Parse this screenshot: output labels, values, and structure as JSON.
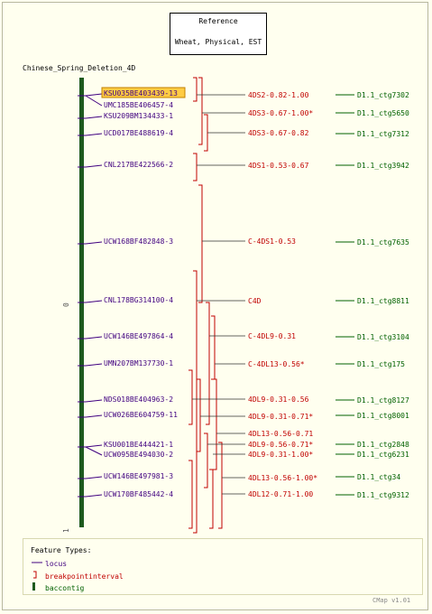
{
  "reference": {
    "title": "Reference",
    "subtitle": "Wheat, Physical, EST"
  },
  "map": {
    "title": "Chinese_Spring_Deletion_4D",
    "scale_top": "0",
    "scale_bottom": "1"
  },
  "colors": {
    "locus": "#400080",
    "breakpoint": "#c00000",
    "contig": "#006000",
    "backbone": "#1e5a1e",
    "highlight": "#ffcc44"
  },
  "loci": [
    {
      "label": "KSU035BE403439-13",
      "highlighted": true
    },
    {
      "label": "UMC185BE406457-4",
      "highlighted": false
    },
    {
      "label": "KSU209BM134433-1",
      "highlighted": false
    },
    {
      "label": "UCD017BE488619-4",
      "highlighted": false
    },
    {
      "label": "CNL217BE422566-2",
      "highlighted": false
    },
    {
      "label": "UCW168BF482848-3",
      "highlighted": false
    },
    {
      "label": "CNL178BG314100-4",
      "highlighted": false
    },
    {
      "label": "UCW146BE497864-4",
      "highlighted": false
    },
    {
      "label": "UMN207BM137730-1",
      "highlighted": false
    },
    {
      "label": "NDS018BE404963-2",
      "highlighted": false
    },
    {
      "label": "UCW026BE604759-11",
      "highlighted": false
    },
    {
      "label": "KSU001BE444421-1",
      "highlighted": false
    },
    {
      "label": "UCW095BE494030-2",
      "highlighted": false
    },
    {
      "label": "UCW146BE497981-3",
      "highlighted": false
    },
    {
      "label": "UCW170BF485442-4",
      "highlighted": false
    }
  ],
  "bins": [
    {
      "label": "4DS2-0.82-1.00"
    },
    {
      "label": "4DS3-0.67-1.00*"
    },
    {
      "label": "4DS3-0.67-0.82"
    },
    {
      "label": "4DS1-0.53-0.67"
    },
    {
      "label": "C-4DS1-0.53"
    },
    {
      "label": "C4D"
    },
    {
      "label": "C-4DL9-0.31"
    },
    {
      "label": "C-4DL13-0.56*"
    },
    {
      "label": "4DL9-0.31-0.56"
    },
    {
      "label": "4DL9-0.31-0.71*"
    },
    {
      "label": "4DL13-0.56-0.71"
    },
    {
      "label": "4DL9-0.56-0.71*"
    },
    {
      "label": "4DL9-0.31-1.00*"
    },
    {
      "label": "4DL13-0.56-1.00*"
    },
    {
      "label": "4DL12-0.71-1.00"
    }
  ],
  "contigs": [
    {
      "label": "D1.1_ctg7302"
    },
    {
      "label": "D1.1_ctg5650"
    },
    {
      "label": "D1.1_ctg7312"
    },
    {
      "label": "D1.1_ctg3942"
    },
    {
      "label": "D1.1_ctg7635"
    },
    {
      "label": "D1.1_ctg8811"
    },
    {
      "label": "D1.1_ctg3104"
    },
    {
      "label": "D1.1_ctg175"
    },
    {
      "label": "D1.1_ctg8127"
    },
    {
      "label": "D1.1_ctg8001"
    },
    {
      "label": "D1.1_ctg2848"
    },
    {
      "label": "D1.1_ctg6231"
    },
    {
      "label": "D1.1_ctg34"
    },
    {
      "label": "D1.1_ctg9312"
    }
  ],
  "legend": {
    "title": "Feature Types:",
    "items": [
      {
        "label": "locus",
        "icon": "line-icon",
        "color": "#400080"
      },
      {
        "label": "breakpointinterval",
        "icon": "bracket-icon",
        "color": "#c00000"
      },
      {
        "label": "baccontig",
        "icon": "bar-icon",
        "color": "#006000"
      }
    ]
  },
  "version": "CMap v1.01"
}
